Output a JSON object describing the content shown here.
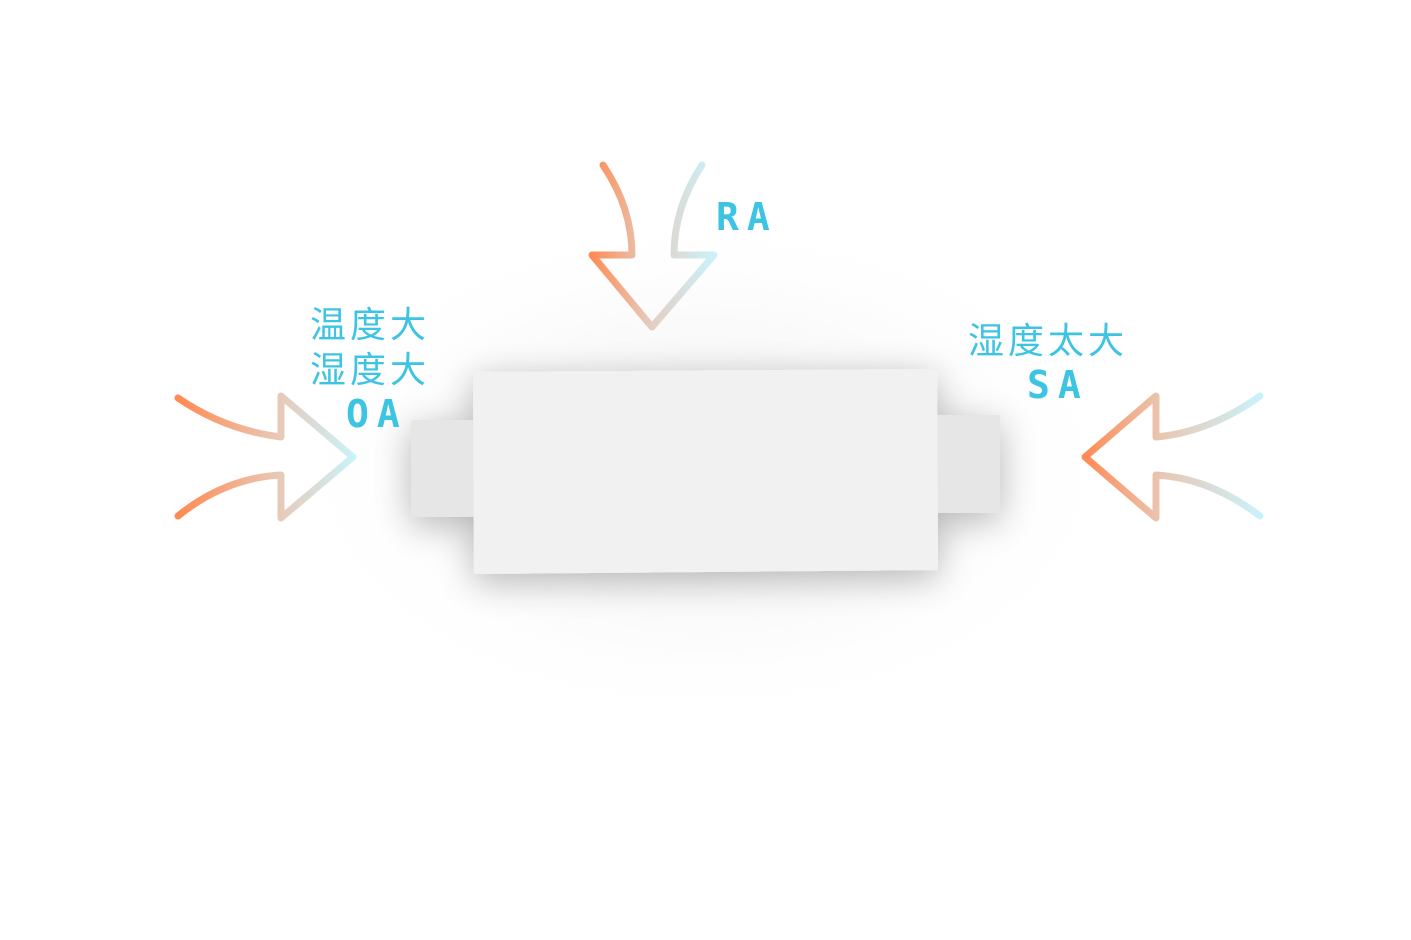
{
  "colors": {
    "warm": "#ff8a52",
    "cool": "#c9f3fb",
    "label": "#3ec4e3",
    "unit_face": "#f1f1f1",
    "unit_side": "#e6e6e6"
  },
  "return_air": {
    "code": "RA"
  },
  "outdoor_air": {
    "line1": "温度大",
    "line2": "湿度大",
    "code": "OA"
  },
  "supply_air": {
    "line1": "湿度太大",
    "code": "SA"
  }
}
